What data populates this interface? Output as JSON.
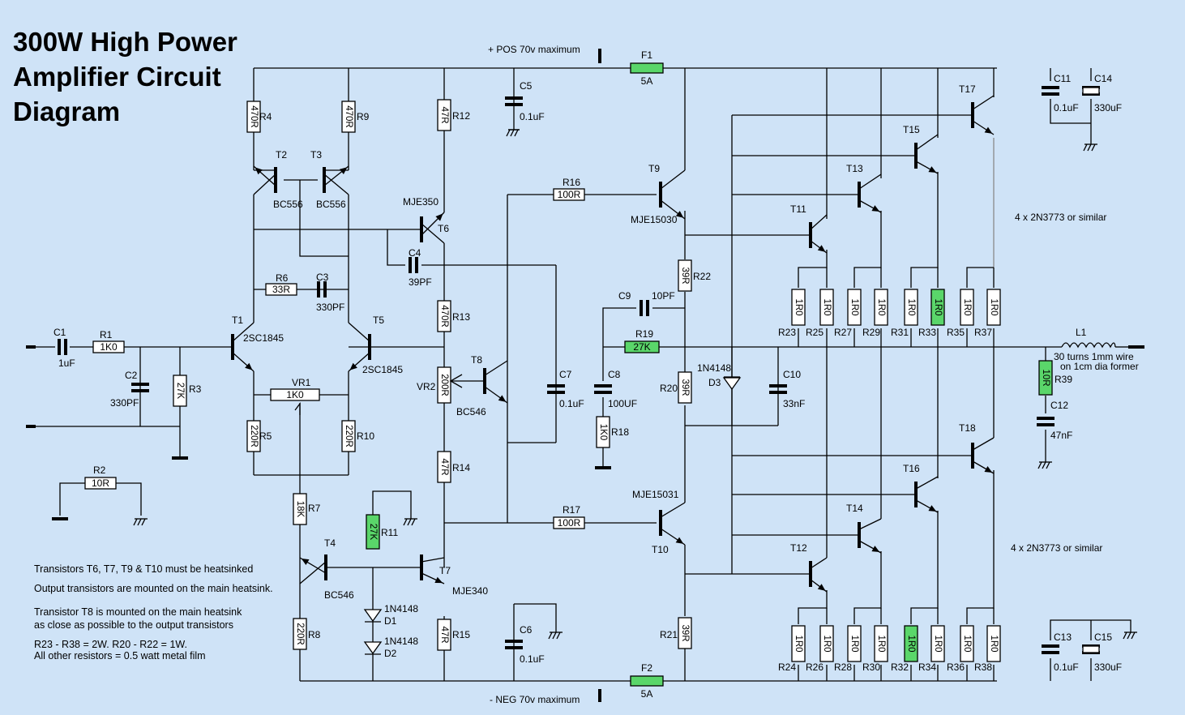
{
  "title": {
    "line1": "300W High Power",
    "line2": "Amplifier Circuit",
    "line3": "Diagram"
  },
  "rails": {
    "pos": "+ POS 70v maximum",
    "neg": "- NEG 70v maximum"
  },
  "fuses": [
    {
      "ref": "F1",
      "value": "5A"
    },
    {
      "ref": "F2",
      "value": "5A"
    }
  ],
  "resistors": {
    "R1": "1K0",
    "R2": "10R",
    "R3": "27K",
    "R4": "470R",
    "R5": "220R",
    "R6": "33R",
    "R7": "18K",
    "R8": "220R",
    "R9": "470R",
    "R10": "220R",
    "R11": "27K",
    "R12": "47R",
    "R13": "470R",
    "R14": "47R",
    "R15": "47R",
    "R16": "100R",
    "R17": "100R",
    "R18": "1K0",
    "R19": "27K",
    "R20": "39R",
    "R21": "39R",
    "R22": "39R",
    "R39": "10R",
    "VR1": "1K0",
    "VR2": "200R"
  },
  "output_resistors": {
    "top": [
      "R23",
      "R25",
      "R27",
      "R29",
      "R31",
      "R33",
      "R35",
      "R37"
    ],
    "bottom": [
      "R24",
      "R26",
      "R28",
      "R30",
      "R32",
      "R34",
      "R36",
      "R38"
    ],
    "value": "1R0"
  },
  "capacitors": {
    "C1": "1uF",
    "C2": "330PF",
    "C3": "330PF",
    "C4": "39PF",
    "C5": "0.1uF",
    "C6": "0.1uF",
    "C7": "0.1uF",
    "C8": "100UF",
    "C9": "10PF",
    "C10": "33nF",
    "C11": "0.1uF",
    "C12": "47nF",
    "C13": "0.1uF",
    "C14": "330uF",
    "C15": "330uF"
  },
  "transistors": {
    "T1": "2SC1845",
    "T2": "BC556",
    "T3": "BC556",
    "T4": "BC546",
    "T5": "2SC1845",
    "T6": "MJE350",
    "T7": "MJE340",
    "T8": "BC546",
    "T9": "MJE15030",
    "T10": "MJE15031",
    "T11": "T11",
    "T12": "T12",
    "T13": "T13",
    "T14": "T14",
    "T15": "T15",
    "T16": "T16",
    "T17": "T17",
    "T18": "T18"
  },
  "diodes": {
    "D1": "1N4148",
    "D2": "1N4148",
    "D3": "1N4148"
  },
  "inductor": {
    "ref": "L1",
    "desc_line1": "30 turns 1mm wire",
    "desc_line2": "on 1cm dia former"
  },
  "output_notes": {
    "upper": "4 x 2N3773 or similar",
    "lower": "4 x 2N3773 or similar"
  },
  "notes": [
    "Transistors T6, T7, T9 & T10 must be heatsinked",
    "Output transistors are mounted on the main heatsink.",
    "Transistor T8 is mounted on the main heatsink",
    "as close as possible to the output transistors",
    "R23 - R38 = 2W.  R20 - R22 = 1W.",
    "All other resistors = 0.5 watt metal film"
  ],
  "colors": {
    "background": "#cfe3f7",
    "highlight": "#5ad66a",
    "wire": "#000000"
  },
  "highlighted_parts": [
    "R11",
    "R19",
    "R33",
    "R32",
    "R39",
    "F1",
    "F2"
  ]
}
